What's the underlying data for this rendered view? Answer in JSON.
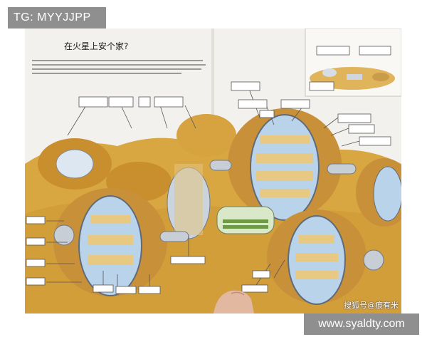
{
  "overlay": {
    "top_tag": "TG: MYYJJPP",
    "bottom_tag": "www.syaldty.com",
    "watermark": "搜狐号@痕有米"
  },
  "book": {
    "title": "在火星上安个家?"
  },
  "colors": {
    "tag_bg": "#8f8f8f",
    "page": "#f3f1ee",
    "sand": "#d9a742",
    "dome_glass": "#b9d3ea",
    "metal": "#c8ced6"
  }
}
